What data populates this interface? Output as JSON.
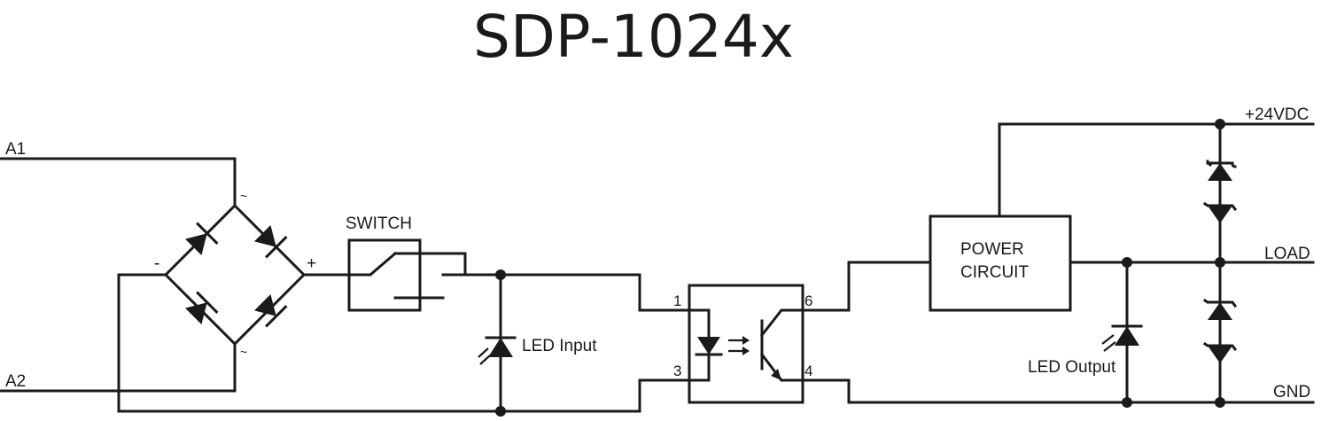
{
  "title": "SDP-1024x",
  "terminals": {
    "a1": "A1",
    "a2": "A2",
    "plus24": "+24VDC",
    "load": "LOAD",
    "gnd": "GND"
  },
  "bridge": {
    "ac_top": "~",
    "ac_bottom": "~",
    "minus": "-",
    "plus": "+"
  },
  "labels": {
    "switch": "SWITCH",
    "led_input": "LED Input",
    "led_output": "LED Output",
    "power_line1": "POWER",
    "power_line2": "CIRCUIT"
  },
  "optocoupler_pins": {
    "p1": "1",
    "p3": "3",
    "p6": "6",
    "p4": "4"
  }
}
